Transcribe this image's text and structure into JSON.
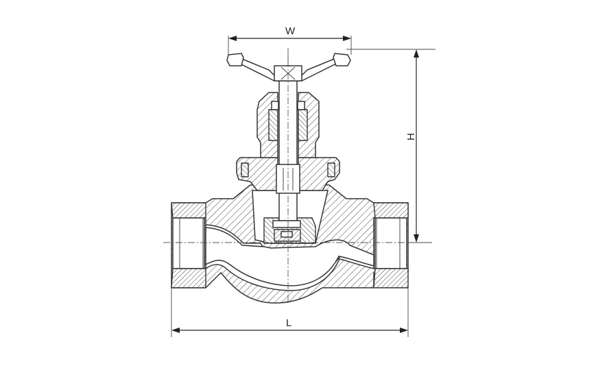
{
  "dimensions": {
    "width_label": "W",
    "height_label": "H",
    "length_label": "L"
  },
  "colors": {
    "line": "#333333",
    "background": "#ffffff"
  }
}
